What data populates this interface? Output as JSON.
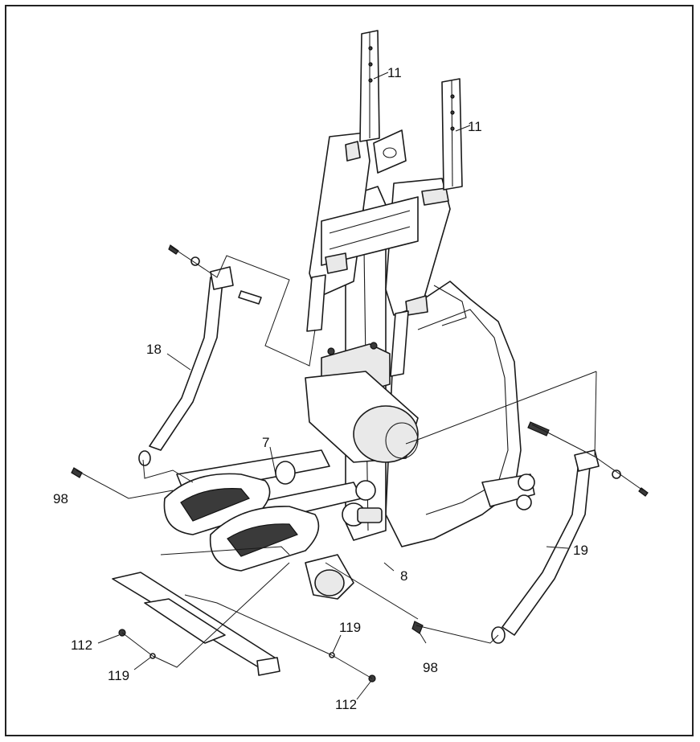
{
  "callouts": [
    {
      "id": "c11a",
      "label": "11"
    },
    {
      "id": "c11b",
      "label": "11"
    },
    {
      "id": "c18",
      "label": "18"
    },
    {
      "id": "c7",
      "label": "7"
    },
    {
      "id": "c98a",
      "label": "98"
    },
    {
      "id": "c19",
      "label": "19"
    },
    {
      "id": "c8",
      "label": "8"
    },
    {
      "id": "c112a",
      "label": "112"
    },
    {
      "id": "c119a",
      "label": "119"
    },
    {
      "id": "c119b",
      "label": "119"
    },
    {
      "id": "c98b",
      "label": "98"
    },
    {
      "id": "c112b",
      "label": "112"
    }
  ]
}
